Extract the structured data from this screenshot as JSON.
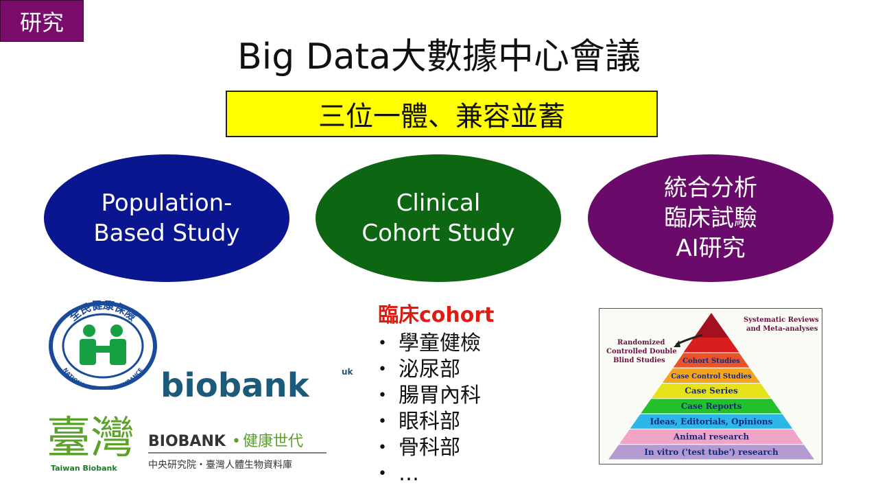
{
  "tag": {
    "label": "研究"
  },
  "title": "Big Data大數據中心會議",
  "subtitle": "三位一體、兼容並蓄",
  "ellipses": [
    {
      "lines": [
        "Population-",
        "Based Study"
      ],
      "color": "#0a1690"
    },
    {
      "lines": [
        "Clinical",
        "Cohort Study"
      ],
      "color": "#0c6612"
    },
    {
      "lines": [
        "統合分析",
        "臨床試驗",
        "AI研究"
      ],
      "color": "#6a0a6a"
    }
  ],
  "logos": {
    "nhi": {
      "ring_text": "全民健康保險",
      "sub_text": "NATIONAL HEALTH INSURANCE",
      "color": "#1a4b9a",
      "accent": "#17a043"
    },
    "uk_biobank": {
      "word": "biobank",
      "suffix": "uk",
      "color": "#1b5a78"
    },
    "taiwan_biobank": {
      "glyphs": "臺灣",
      "caption": "Taiwan Biobank",
      "name": "BIOBANK",
      "dot": "•",
      "slogan": "健康世代",
      "org": "中央研究院・臺灣人體生物資料庫",
      "color": "#5aa228"
    }
  },
  "clinical_list": {
    "heading": "臨床cohort",
    "bullet": "•",
    "items": [
      "學童健檢",
      "泌尿部",
      "腸胃內科",
      "眼科部",
      "骨科部",
      "…"
    ]
  },
  "pyramid": {
    "levels": [
      {
        "label": "Cohort Studies",
        "color": "#e8542a"
      },
      {
        "label": "Case Control Studies",
        "color": "#f5a51c"
      },
      {
        "label": "Case Series",
        "color": "#e6e21a"
      },
      {
        "label": "Case Reports",
        "color": "#22c02a"
      },
      {
        "label": "Ideas, Editorials, Opinions",
        "color": "#2bb8e8"
      },
      {
        "label": "Animal research",
        "color": "#f1a5c6"
      },
      {
        "label": "In vitro ('test tube') research",
        "color": "#b39ad0"
      }
    ],
    "extra_level_color": "#d88a5a",
    "top_color": "#a31020",
    "second_color": "#d81e1e",
    "callout_right": [
      "Systematic Reviews",
      "and Meta-analyses"
    ],
    "callout_left": [
      "Randomized",
      "Controlled Double",
      "Blind Studies"
    ]
  }
}
